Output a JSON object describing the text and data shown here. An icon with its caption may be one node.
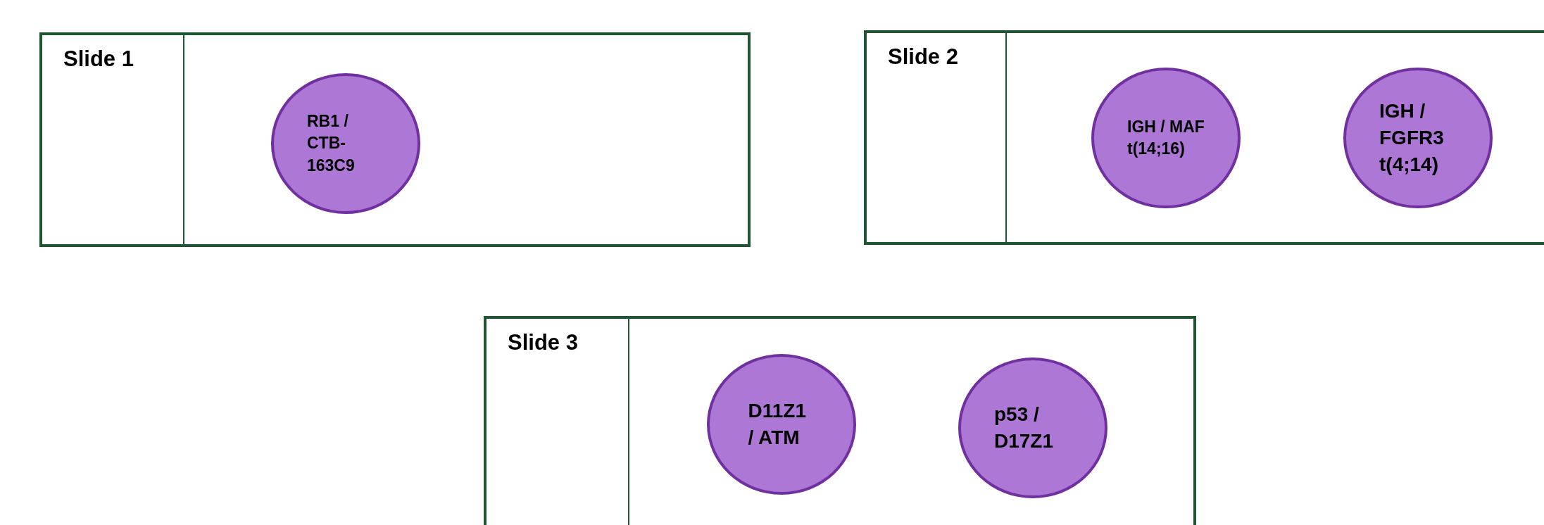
{
  "diagram": {
    "nodes": [
      {
        "text": [
          "Slide 1"
        ]
      },
      {
        "text": [
          "RB1 / CTB-163C9"
        ],
        "in": 0
      },
      {
        "text": [
          "Slide 2"
        ]
      },
      {
        "text": [
          "IGH / MAF t(14;16)"
        ],
        "in": 2
      },
      {
        "text": [
          "IGH / FGFR3 t(4;14)"
        ],
        "in": 2
      },
      {
        "text": [
          "Slide 3"
        ]
      },
      {
        "text": [
          "D11Z1 / ATM"
        ],
        "in": 5
      },
      {
        "text": [
          "p53 / D17Z1"
        ],
        "in": 5
      }
    ]
  }
}
